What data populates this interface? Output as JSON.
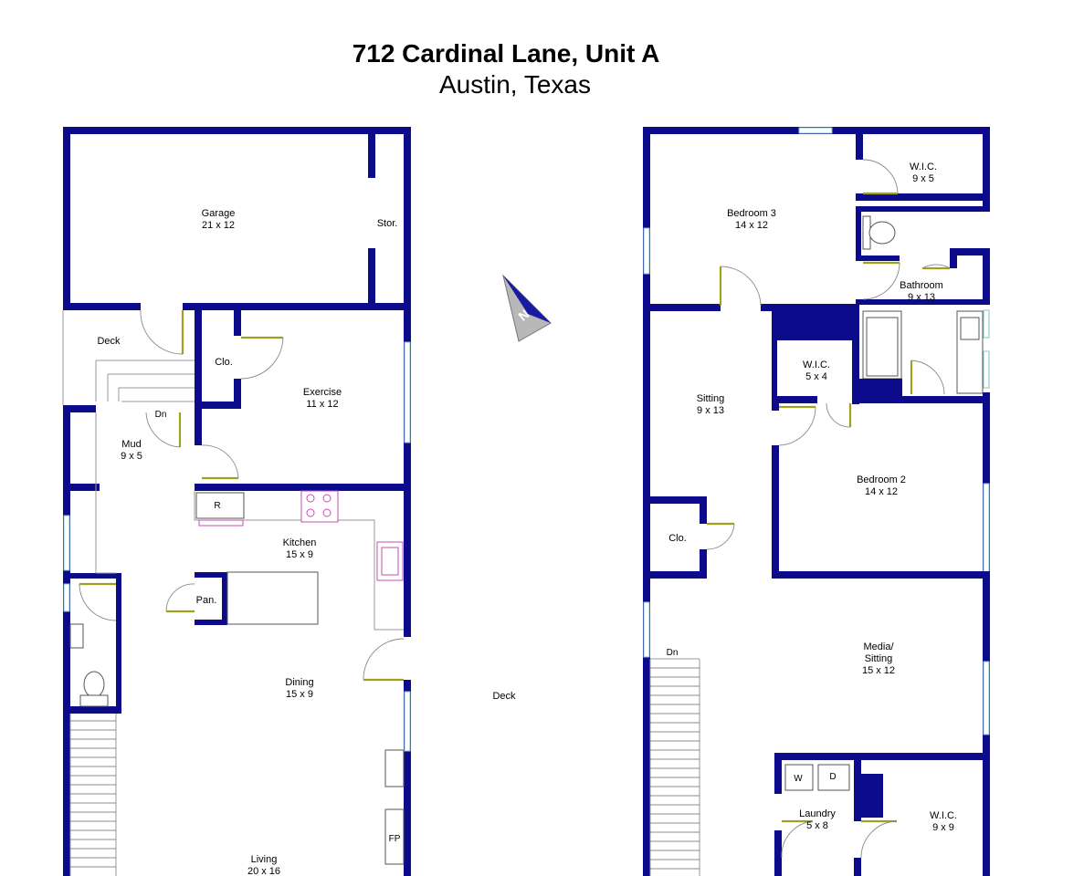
{
  "header": {
    "title": "712 Cardinal Lane, Unit A",
    "subtitle": "Austin, Texas"
  },
  "first_floor": {
    "rooms": {
      "garage": {
        "name": "Garage",
        "size": "21 x 12"
      },
      "storage": {
        "name": "Stor."
      },
      "deck_top": {
        "name": "Deck"
      },
      "closet": {
        "name": "Clo."
      },
      "exercise": {
        "name": "Exercise",
        "size": "11 x 12"
      },
      "mud": {
        "name": "Mud",
        "size": "9 x 5"
      },
      "kitchen": {
        "name": "Kitchen",
        "size": "15 x 9"
      },
      "pantry": {
        "name": "Pan."
      },
      "dining": {
        "name": "Dining",
        "size": "15 x 9"
      },
      "deck_side": {
        "name": "Deck"
      },
      "living": {
        "name": "Living",
        "size": "20 x 16"
      }
    },
    "marks": {
      "down": "Dn",
      "fridge": "R",
      "fireplace": "FP"
    }
  },
  "second_floor": {
    "rooms": {
      "bedroom3": {
        "name": "Bedroom 3",
        "size": "14 x 12"
      },
      "wic_top": {
        "name": "W.I.C.",
        "size": "9 x 5"
      },
      "bathroom": {
        "name": "Bathroom",
        "size": "9 x 13"
      },
      "sitting": {
        "name": "Sitting",
        "size": "9 x 13"
      },
      "wic_mid": {
        "name": "W.I.C.",
        "size": "5 x 4"
      },
      "bedroom2": {
        "name": "Bedroom 2",
        "size": "14 x 12"
      },
      "closet": {
        "name": "Clo."
      },
      "media": {
        "line1": "Media/",
        "line2": "Sitting",
        "size": "15 x 12"
      },
      "laundry": {
        "name": "Laundry",
        "size": "5 x 8"
      },
      "wic_bottom": {
        "name": "W.I.C.",
        "size": "9 x 9"
      }
    },
    "marks": {
      "down": "Dn",
      "washer": "W",
      "dryer": "D"
    }
  },
  "compass": {
    "letter": "N",
    "icon": "north-arrow-icon"
  },
  "colors": {
    "wall": "#0b0b8c",
    "door": "#a0a020",
    "window": "#7fc6cf",
    "appliance": "#c24fb0"
  }
}
